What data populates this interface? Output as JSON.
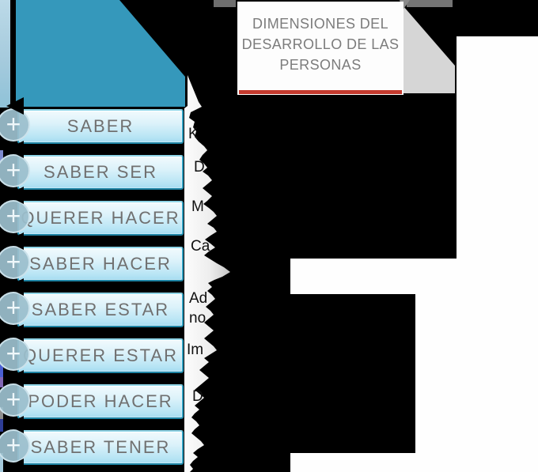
{
  "title": {
    "line1": "DIMENSIONES DEL",
    "line2": "DESARROLLO DE LAS",
    "line3": "PERSONAS"
  },
  "bars": [
    {
      "label": "SABER"
    },
    {
      "label": "SABER SER"
    },
    {
      "label": "QUERER HACER"
    },
    {
      "label": "SABER HACER"
    },
    {
      "label": "SABER ESTAR"
    },
    {
      "label": "QUERER ESTAR"
    },
    {
      "label": "PODER HACER"
    },
    {
      "label": "SABER TENER"
    }
  ],
  "ribbon_fragments": [
    {
      "text": "K"
    },
    {
      "text": "D"
    },
    {
      "text": "M"
    },
    {
      "text": "Ca"
    },
    {
      "text": "Ad"
    },
    {
      "text": "no"
    },
    {
      "text": "Im"
    },
    {
      "text": "D"
    }
  ],
  "icons": {
    "plus": "+"
  },
  "colors": {
    "teal": "#3598bb",
    "bar_border": "#2f9fc0",
    "bar_text": "#707070",
    "title_text": "#7c7c7c",
    "red_accent": "#c43a2e",
    "shadow_gray": "#d6d6d6",
    "frame_gray": "#717171",
    "ribbon_white": "#fbfbfb"
  }
}
